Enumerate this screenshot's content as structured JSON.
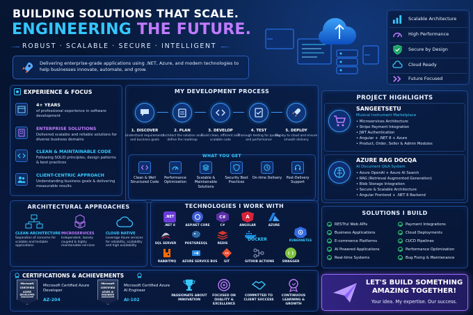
{
  "header": {
    "line1": "BUILDING SOLUTIONS THAT SCALE.",
    "line2a": "ENGINEERING ",
    "line2b": "THE FUTURE.",
    "tagline": "ROBUST · SCALABLE · SECURE · INTELLIGENT",
    "intro": "Delivering enterprise-grade applications using .NET, Azure, and modern technologies to help businesses innovate, automate, and grow."
  },
  "features": [
    {
      "label": "Scalable Architecture",
      "icon": "chart-icon"
    },
    {
      "label": "High Performance",
      "icon": "gauge-icon"
    },
    {
      "label": "Secure by Design",
      "icon": "shield-icon"
    },
    {
      "label": "Cloud Ready",
      "icon": "cloud-icon"
    },
    {
      "label": "Future Focused",
      "icon": "chevrons-icon"
    }
  ],
  "experience": {
    "title": "EXPERIENCE & FOCUS",
    "items": [
      {
        "heading": "4+ YEARS",
        "desc": "of professional experience in software development",
        "color": "#ffffff"
      },
      {
        "heading": "ENTERPRISE SOLUTIONS",
        "desc": "Delivered scalable and reliable solutions for diverse business domains",
        "color": "#c07bff"
      },
      {
        "heading": "CLEAN & MAINTAINABLE CODE",
        "desc": "Following SOLID principles, design patterns & best practices",
        "color": "#38c8ff"
      },
      {
        "heading": "CLIENT-CENTRIC APPROACH",
        "desc": "Understanding business goals & delivering measurable results",
        "color": "#38c8ff"
      }
    ]
  },
  "process": {
    "title": "MY DEVELOPMENT PROCESS",
    "steps": [
      {
        "label": "1. DISCOVER",
        "desc": "Understand requirements and business goals"
      },
      {
        "label": "2. PLAN",
        "desc": "Architect the solution and define the roadmap"
      },
      {
        "label": "3. DEVELOP",
        "desc": "Build clean, efficient and scalable code"
      },
      {
        "label": "4. TEST",
        "desc": "Thorough testing for quality and performance"
      },
      {
        "label": "5. DEPLOY",
        "desc": "Deploy to cloud and ensure smooth delivery"
      }
    ],
    "get_title": "WHAT YOU GET",
    "get": [
      {
        "label": "Clean & Well Structured Code"
      },
      {
        "label": "Performance Optimization"
      },
      {
        "label": "Scalable & Maintainable Solutions"
      },
      {
        "label": "Security Best Practices"
      },
      {
        "label": "On-time Delivery"
      },
      {
        "label": "Post-Delivery Support"
      }
    ]
  },
  "projects": {
    "title": "PROJECT HIGHLIGHTS",
    "p1": {
      "name": "SANGEETSETU",
      "sub": "Musical Instrument Marketplace",
      "items": [
        "• Microservices Architecture",
        "• Stripe Payment Integration",
        "• JWT Authentication",
        "• Angular + .NET 8 + Azure",
        "• Product, Order, Seller & Admin Modules"
      ]
    },
    "p2": {
      "name": "AZURE RAG DOCQA",
      "sub": "AI Document Q&A System",
      "items": [
        "• Azure OpenAI + Azure AI Search",
        "• RAG (Retrieval Augmented Generation)",
        "• Blob Storage Integration",
        "• Secure & Scalable Architecture",
        "• Angular Frontend + .NET 8 Backend"
      ]
    }
  },
  "architecture": {
    "title": "ARCHITECTURAL APPROACHES",
    "items": [
      {
        "heading": "CLEAN ARCHITECTURE",
        "desc": "Separation of concerns for scalable and testable applications"
      },
      {
        "heading": "MICROSERVICES",
        "desc": "Independent, loosely coupled & highly maintainable services"
      },
      {
        "heading": "CLOUD NATIVE",
        "desc": "Leverage Azure services for reliability, scalability and high availability"
      }
    ]
  },
  "tech": {
    "title": "TECHNOLOGIES I WORK WITH",
    "row1": [
      ".NET 8",
      "ASP.NET CORE",
      "C#",
      "ANGULAR",
      "AZURE"
    ],
    "row2": [
      "SQL SERVER",
      "POSTGRESQL",
      "REDIS",
      "DOCKER",
      "KUBERNETES"
    ],
    "row3": [
      "RABBITMQ",
      "AZURE SERVICE BUS",
      "GIT",
      "GITHUB ACTIONS",
      "SWAGGER"
    ],
    "colors": {
      "net": "#6a3bd8",
      "aspnet": "#3d5bd1",
      "csharp": "#5a2ea6",
      "angular": "#d8243a",
      "azure": "#1f7fe0",
      "sql": "#c8c8d0",
      "postgres": "#2f6aa8",
      "redis": "#d8372b",
      "docker": "#1d8fe6",
      "k8s": "#326ce5",
      "rabbit": "#ff6a00",
      "bus": "#2f8de4",
      "git": "#f05033",
      "gha": "#9aa8c8",
      "swagger": "#7fc241"
    }
  },
  "solutions": {
    "title": "SOLUTIONS I BUILD",
    "left": [
      "RESTful Web APIs",
      "Business Applications",
      "E-commerce Platforms",
      "AI Powered Applications",
      "Real-time Systems"
    ],
    "right": [
      "Payment Integrations",
      "Cloud Deployments",
      "CI/CD Pipelines",
      "Performance Optimization",
      "Bug Fixing & Maintenance"
    ]
  },
  "certifications": {
    "title": "CERTIFICATIONS & ACHIEVEMENTS",
    "c1": {
      "name": "Microsoft Certified Azure Developer",
      "code": "AZ-204",
      "badge_top": "Microsoft",
      "badge_mid": "CERTIFIED",
      "badge_role": "AZURE DEVELOPER",
      "badge_level": "ASSOCIATE"
    },
    "c2": {
      "name": "Microsoft Certified Azure AI Engineer",
      "code": "AI-102",
      "badge_top": "Microsoft",
      "badge_mid": "CERTIFIED",
      "badge_role": "AZURE AI ENGINEER",
      "badge_level": "ASSOCIATE"
    }
  },
  "values": [
    {
      "label": "PASSIONATE ABOUT INNOVATION"
    },
    {
      "label": "FOCUSED ON QUALITY & EXCELLENCE"
    },
    {
      "label": "COMMITTED TO CLIENT SUCCESS"
    },
    {
      "label": "CONTINUOUS LEARNING & GROWTH"
    }
  ],
  "cta": {
    "heading": "LET'S BUILD SOMETHING AMAZING TOGETHER!",
    "sub": "Your idea. My expertise. Our success."
  }
}
